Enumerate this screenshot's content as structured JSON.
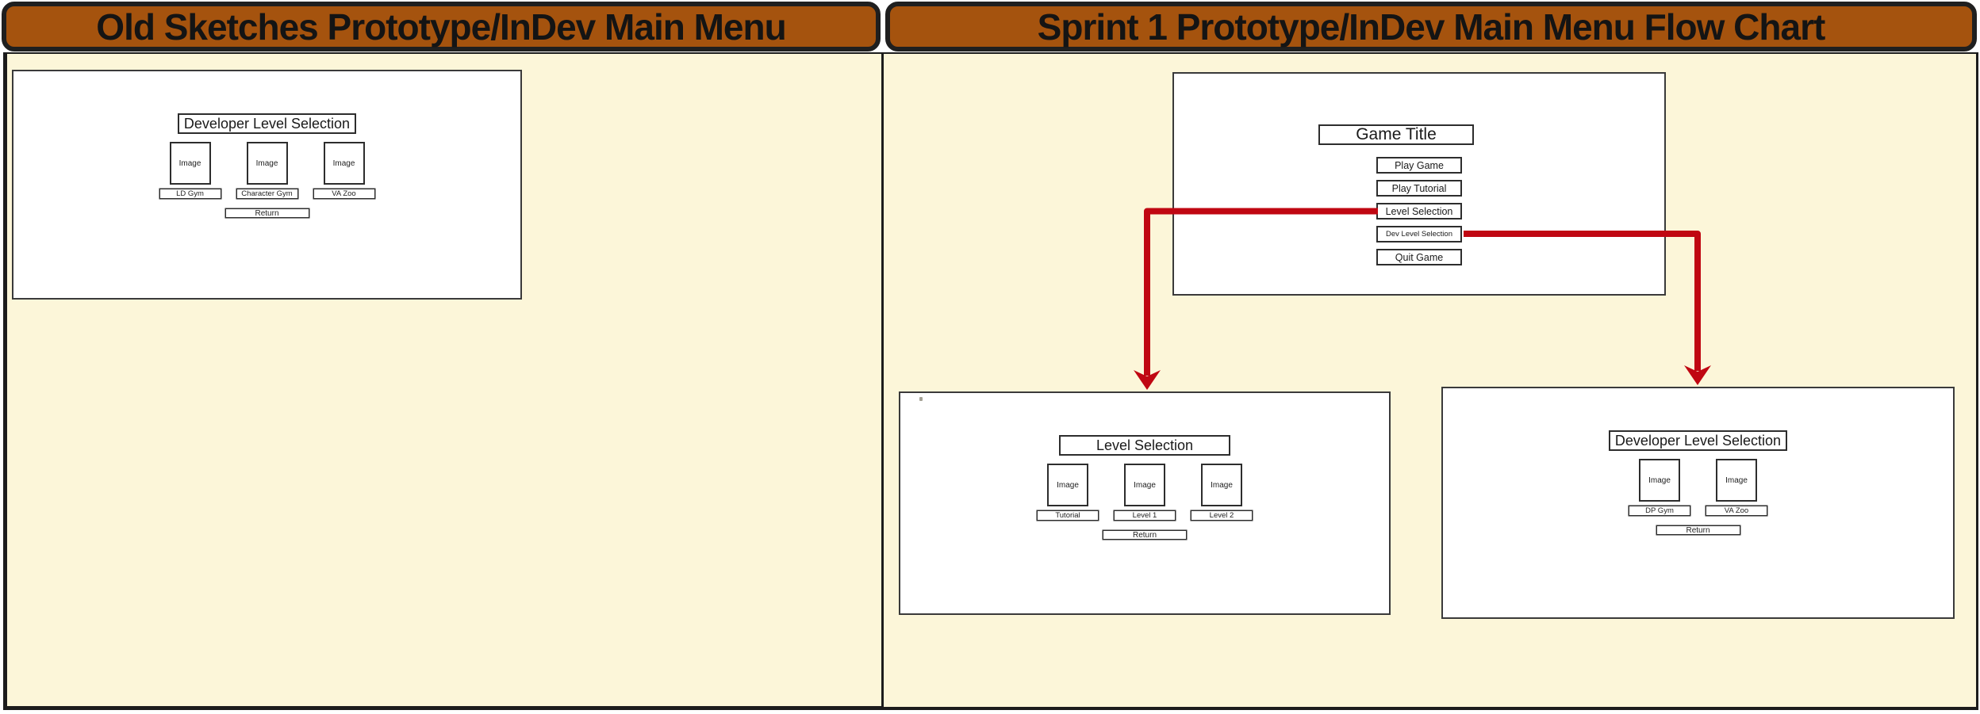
{
  "colors": {
    "panel_background": "#FCF6D9",
    "header_fill": "#A5530E",
    "header_border": "#1F1F1F",
    "panel_border": "#1C1C1C",
    "card_border": "#3A3A3A",
    "arrow_red": "#C00712"
  },
  "left_panel": {
    "header": "Old Sketches Prototype/InDev Main Menu",
    "sketch_screen": {
      "title": "Developer Level Selection",
      "items": [
        {
          "placeholder": "Image",
          "caption": "LD Gym"
        },
        {
          "placeholder": "Image",
          "caption": "Character Gym"
        },
        {
          "placeholder": "Image",
          "caption": "VA Zoo"
        }
      ],
      "return_label": "Return"
    }
  },
  "right_panel": {
    "header": "Sprint 1 Prototype/InDev Main Menu Flow Chart",
    "main_menu_screen": {
      "title": "Game Title",
      "buttons": [
        {
          "label": "Play Game"
        },
        {
          "label": "Play Tutorial"
        },
        {
          "label": "Level Selection"
        },
        {
          "label": "Dev Level Selection"
        },
        {
          "label": "Quit Game"
        }
      ]
    },
    "level_selection_screen": {
      "title": "Level Selection",
      "items": [
        {
          "placeholder": "Image",
          "caption": "Tutorial"
        },
        {
          "placeholder": "Image",
          "caption": "Level 1"
        },
        {
          "placeholder": "Image",
          "caption": "Level 2"
        }
      ],
      "return_label": "Return"
    },
    "dev_level_selection_screen": {
      "title": "Developer Level Selection",
      "items": [
        {
          "placeholder": "Image",
          "caption": "DP Gym"
        },
        {
          "placeholder": "Image",
          "caption": "VA Zoo"
        }
      ],
      "return_label": "Return"
    },
    "connectors": [
      {
        "from": "Level Selection",
        "to": "Level Selection screen"
      },
      {
        "from": "Dev Level Selection",
        "to": "Developer Level Selection screen"
      }
    ]
  }
}
